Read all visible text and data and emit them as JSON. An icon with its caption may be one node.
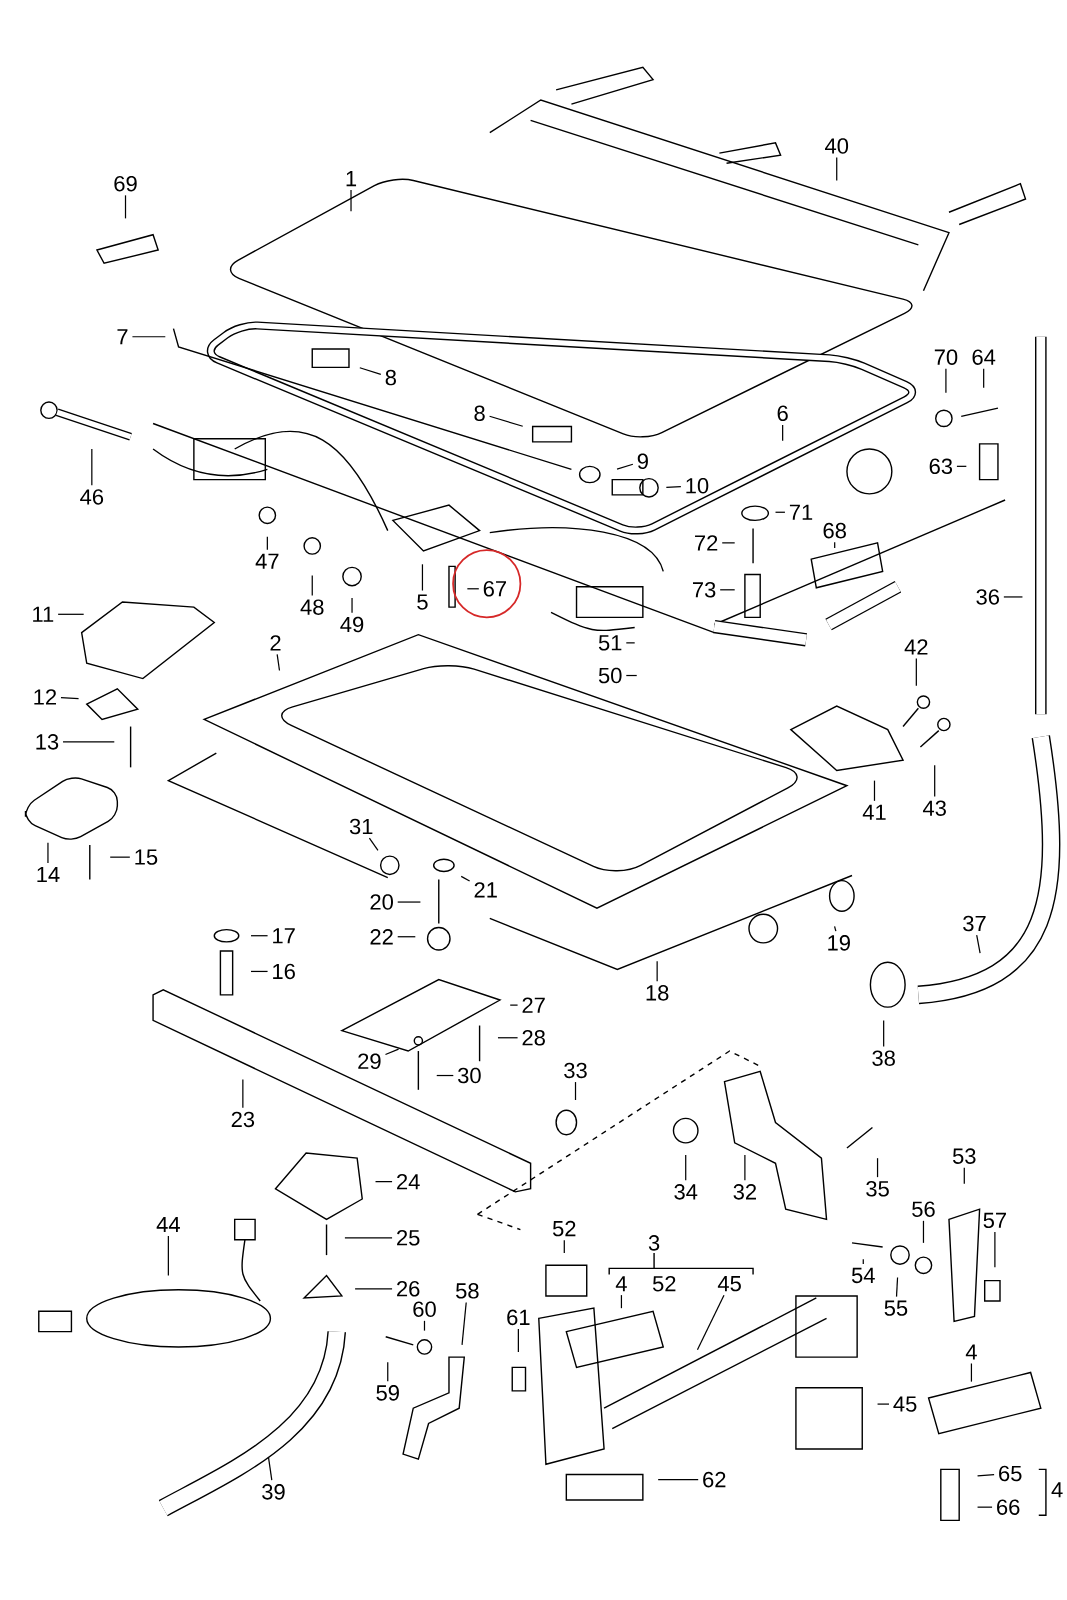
{
  "diagram": {
    "nodes": [
      {
        "text": [
          "69"
        ]
      },
      {
        "text": [
          "1"
        ]
      },
      {
        "text": [
          "40"
        ]
      },
      {
        "text": [
          "7"
        ]
      },
      {
        "text": [
          "8"
        ]
      },
      {
        "text": [
          "70"
        ]
      },
      {
        "text": [
          "64"
        ]
      },
      {
        "text": [
          "8"
        ]
      },
      {
        "text": [
          "6"
        ]
      },
      {
        "text": [
          "46"
        ]
      },
      {
        "text": [
          "9"
        ]
      },
      {
        "text": [
          "63"
        ]
      },
      {
        "text": [
          "10"
        ]
      },
      {
        "text": [
          "71"
        ]
      },
      {
        "text": [
          "72"
        ]
      },
      {
        "text": [
          "68"
        ]
      },
      {
        "text": [
          "47"
        ]
      },
      {
        "text": [
          "5"
        ]
      },
      {
        "text": [
          "48"
        ]
      },
      {
        "text": [
          "67"
        ]
      },
      {
        "text": [
          "73"
        ]
      },
      {
        "text": [
          "49"
        ]
      },
      {
        "text": [
          "36"
        ]
      },
      {
        "text": [
          "11"
        ]
      },
      {
        "text": [
          "2"
        ]
      },
      {
        "text": [
          "51"
        ]
      },
      {
        "text": [
          "42"
        ]
      },
      {
        "text": [
          "50"
        ]
      },
      {
        "text": [
          "12"
        ]
      },
      {
        "text": [
          "13"
        ]
      },
      {
        "text": [
          "43"
        ]
      },
      {
        "text": [
          "41"
        ]
      },
      {
        "text": [
          "31"
        ]
      },
      {
        "text": [
          "15"
        ]
      },
      {
        "text": [
          "14"
        ]
      },
      {
        "text": [
          "21"
        ]
      },
      {
        "text": [
          "20"
        ]
      },
      {
        "text": [
          "17"
        ]
      },
      {
        "text": [
          "22"
        ]
      },
      {
        "text": [
          "19"
        ]
      },
      {
        "text": [
          "37"
        ]
      },
      {
        "text": [
          "16"
        ]
      },
      {
        "text": [
          "18"
        ]
      },
      {
        "text": [
          "27"
        ]
      },
      {
        "text": [
          "28"
        ]
      },
      {
        "text": [
          "38"
        ]
      },
      {
        "text": [
          "29"
        ]
      },
      {
        "text": [
          "33"
        ]
      },
      {
        "text": [
          "30"
        ]
      },
      {
        "text": [
          "23"
        ]
      },
      {
        "text": [
          "53"
        ]
      },
      {
        "text": [
          "24"
        ]
      },
      {
        "text": [
          "34"
        ]
      },
      {
        "text": [
          "32"
        ]
      },
      {
        "text": [
          "35"
        ]
      },
      {
        "text": [
          "56"
        ]
      },
      {
        "text": [
          "57"
        ]
      },
      {
        "text": [
          "44"
        ]
      },
      {
        "text": [
          "52"
        ]
      },
      {
        "text": [
          "25"
        ]
      },
      {
        "text": [
          "4"
        ]
      },
      {
        "text": [
          "45"
        ]
      },
      {
        "text": [
          "54"
        ]
      },
      {
        "text": [
          "26"
        ]
      },
      {
        "text": [
          "58"
        ]
      },
      {
        "text": [
          "55"
        ]
      },
      {
        "text": [
          "60"
        ]
      },
      {
        "text": [
          "61"
        ]
      },
      {
        "text": [
          "4"
        ]
      },
      {
        "text": [
          "59"
        ]
      },
      {
        "text": [
          "45"
        ]
      },
      {
        "text": [
          "39"
        ]
      },
      {
        "text": [
          "62"
        ]
      },
      {
        "text": [
          "65"
        ]
      },
      {
        "text": [
          "66"
        ]
      }
    ],
    "edges": [
      {
        "from": 0,
        "to": null,
        "arrow": "none"
      },
      {
        "from": 1,
        "to": null,
        "arrow": "none"
      },
      {
        "from": 2,
        "to": null,
        "arrow": "none"
      },
      {
        "from": 3,
        "to": null,
        "arrow": "none"
      },
      {
        "from": 4,
        "to": null,
        "arrow": "none"
      },
      {
        "from": 5,
        "to": null,
        "arrow": "none"
      },
      {
        "from": 6,
        "to": null,
        "arrow": "none"
      },
      {
        "from": 7,
        "to": null,
        "arrow": "none"
      },
      {
        "from": 8,
        "to": null,
        "arrow": "none"
      },
      {
        "from": 9,
        "to": null,
        "arrow": "none"
      },
      {
        "from": 10,
        "to": null,
        "arrow": "none"
      },
      {
        "from": 11,
        "to": null,
        "arrow": "none"
      },
      {
        "from": 12,
        "to": null,
        "arrow": "none"
      },
      {
        "from": 13,
        "to": null,
        "arrow": "none"
      },
      {
        "from": 14,
        "to": null,
        "arrow": "none"
      },
      {
        "from": 15,
        "to": null,
        "arrow": "none"
      },
      {
        "from": 16,
        "to": null,
        "arrow": "none"
      },
      {
        "from": 17,
        "to": null,
        "arrow": "none"
      },
      {
        "from": 18,
        "to": null,
        "arrow": "none"
      },
      {
        "from": 19,
        "to": null,
        "arrow": "none"
      },
      {
        "from": 20,
        "to": null,
        "arrow": "none"
      },
      {
        "from": 21,
        "to": null,
        "arrow": "none"
      },
      {
        "from": 22,
        "to": null,
        "arrow": "none"
      },
      {
        "from": 23,
        "to": null,
        "arrow": "none"
      },
      {
        "from": 24,
        "to": null,
        "arrow": "none"
      },
      {
        "from": 25,
        "to": null,
        "arrow": "none"
      },
      {
        "from": 26,
        "to": null,
        "arrow": "none"
      },
      {
        "from": 27,
        "to": null,
        "arrow": "none"
      },
      {
        "from": 28,
        "to": null,
        "arrow": "none"
      },
      {
        "from": 29,
        "to": null,
        "arrow": "none"
      },
      {
        "from": 30,
        "to": null,
        "arrow": "none"
      },
      {
        "from": 31,
        "to": null,
        "arrow": "none"
      },
      {
        "from": 32,
        "to": null,
        "arrow": "none"
      },
      {
        "from": 33,
        "to": null,
        "arrow": "none"
      },
      {
        "from": 34,
        "to": null,
        "arrow": "none"
      },
      {
        "from": 35,
        "to": null,
        "arrow": "none"
      },
      {
        "from": 36,
        "to": null,
        "arrow": "none"
      },
      {
        "from": 37,
        "to": null,
        "arrow": "none"
      },
      {
        "from": 38,
        "to": null,
        "arrow": "none"
      },
      {
        "from": 39,
        "to": null,
        "arrow": "none"
      },
      {
        "from": 40,
        "to": null,
        "arrow": "none"
      },
      {
        "from": 41,
        "to": null,
        "arrow": "none"
      },
      {
        "from": 42,
        "to": null,
        "arrow": "none"
      },
      {
        "from": 43,
        "to": null,
        "arrow": "none"
      },
      {
        "from": 44,
        "to": null,
        "arrow": "none"
      },
      {
        "from": 45,
        "to": null,
        "arrow": "none"
      },
      {
        "from": 46,
        "to": null,
        "arrow": "none"
      },
      {
        "from": 47,
        "to": null,
        "arrow": "none"
      },
      {
        "from": 48,
        "to": null,
        "arrow": "none"
      },
      {
        "from": 49,
        "to": null,
        "arrow": "none"
      },
      {
        "from": 50,
        "to": null,
        "arrow": "none"
      },
      {
        "from": 51,
        "to": null,
        "arrow": "none"
      },
      {
        "from": 52,
        "to": null,
        "arrow": "none"
      },
      {
        "from": 53,
        "to": null,
        "arrow": "none"
      },
      {
        "from": 54,
        "to": null,
        "arrow": "none"
      },
      {
        "from": 55,
        "to": null,
        "arrow": "none"
      },
      {
        "from": 56,
        "to": null,
        "arrow": "none"
      },
      {
        "from": 57,
        "to": null,
        "arrow": "none"
      },
      {
        "from": 58,
        "to": null,
        "arrow": "none"
      },
      {
        "from": 59,
        "to": null,
        "arrow": "none"
      },
      {
        "from": 60,
        "to": null,
        "arrow": "none"
      },
      {
        "from": 61,
        "to": null,
        "arrow": "none"
      },
      {
        "from": 62,
        "to": null,
        "arrow": "none"
      },
      {
        "from": 63,
        "to": null,
        "arrow": "none"
      },
      {
        "from": 64,
        "to": null,
        "arrow": "none"
      },
      {
        "from": 65,
        "to": null,
        "arrow": "none"
      },
      {
        "from": 66,
        "to": null,
        "arrow": "none"
      },
      {
        "from": 67,
        "to": null,
        "arrow": "none"
      },
      {
        "from": 68,
        "to": null,
        "arrow": "none"
      },
      {
        "from": 69,
        "to": null,
        "arrow": "none"
      },
      {
        "from": 70,
        "to": null,
        "arrow": "none"
      },
      {
        "from": 71,
        "to": null,
        "arrow": "none"
      },
      {
        "from": 72,
        "to": null,
        "arrow": "none"
      },
      {
        "from": 73,
        "to": null,
        "arrow": "none"
      },
      {
        "from": 74,
        "to": null,
        "arrow": "none"
      }
    ],
    "labels": [
      "3",
      "52",
      "4"
    ]
  }
}
